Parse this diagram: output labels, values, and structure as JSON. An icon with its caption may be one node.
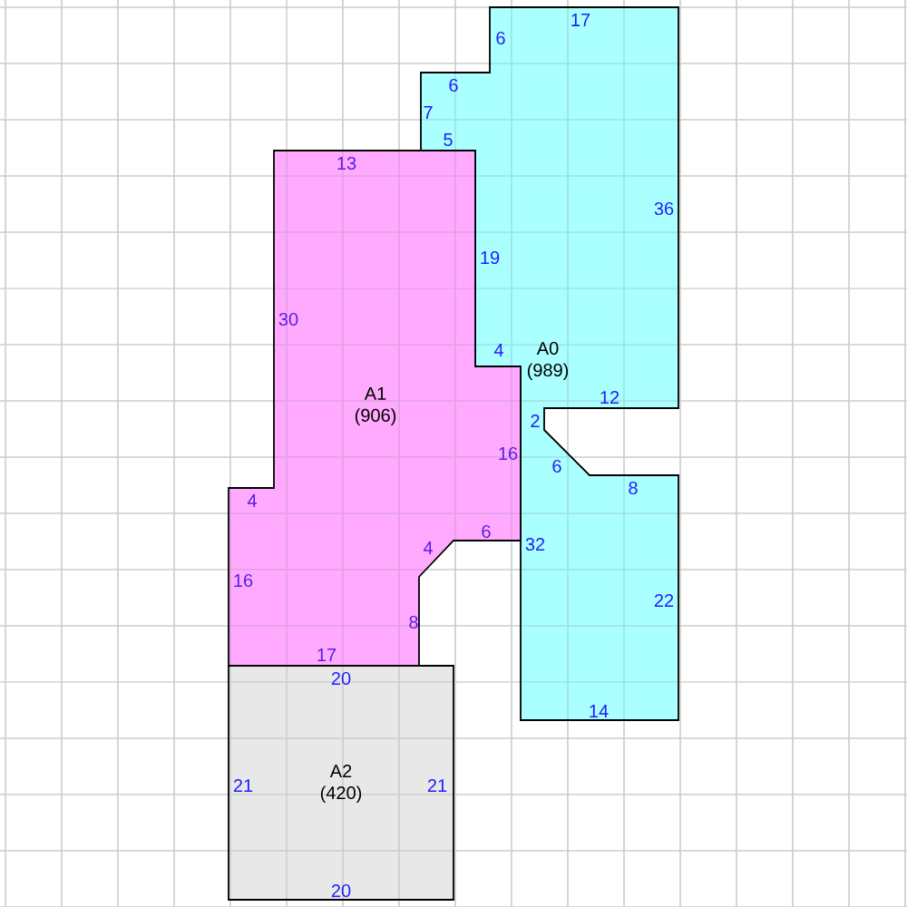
{
  "diagram": {
    "nodes": [
      {
        "text": [
          "A0",
          "(989)",
          "17",
          "6",
          "6",
          "7",
          "5",
          "36",
          "19",
          "4",
          "12",
          "2",
          "6",
          "8",
          "32",
          "22",
          "14"
        ]
      },
      {
        "text": [
          "A1",
          "(906)",
          "13",
          "30",
          "16",
          "4",
          "16",
          "4",
          "6",
          "8",
          "17"
        ]
      },
      {
        "text": [
          "A2",
          "(420)",
          "20",
          "21",
          "21",
          "20"
        ]
      }
    ]
  }
}
